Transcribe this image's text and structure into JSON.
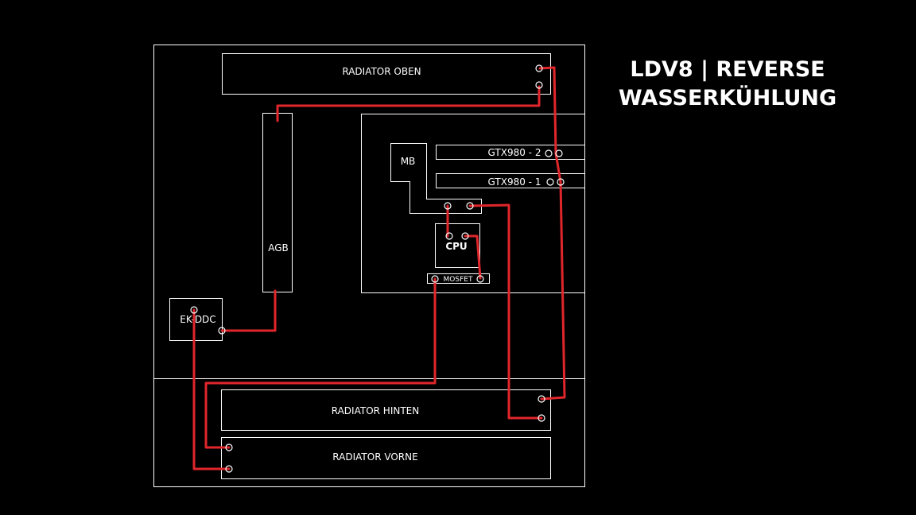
{
  "title": {
    "line1": "LDV8 | REVERSE",
    "line2": "WASSERKÜHLUNG"
  },
  "components": {
    "radiator_top": "RADIATOR OBEN",
    "reservoir": "AGB",
    "pump": "EK-DDC",
    "motherboard": "MB",
    "gpu2": "GTX980 - 2",
    "gpu1": "GTX980 - 1",
    "cpu": "CPU",
    "mosfet": "MOSFET",
    "radiator_rear": "RADIATOR HINTEN",
    "radiator_front": "RADIATOR VORNE"
  },
  "colors": {
    "background": "#000000",
    "outline": "#ffffff",
    "pipe": "#e0262b"
  }
}
